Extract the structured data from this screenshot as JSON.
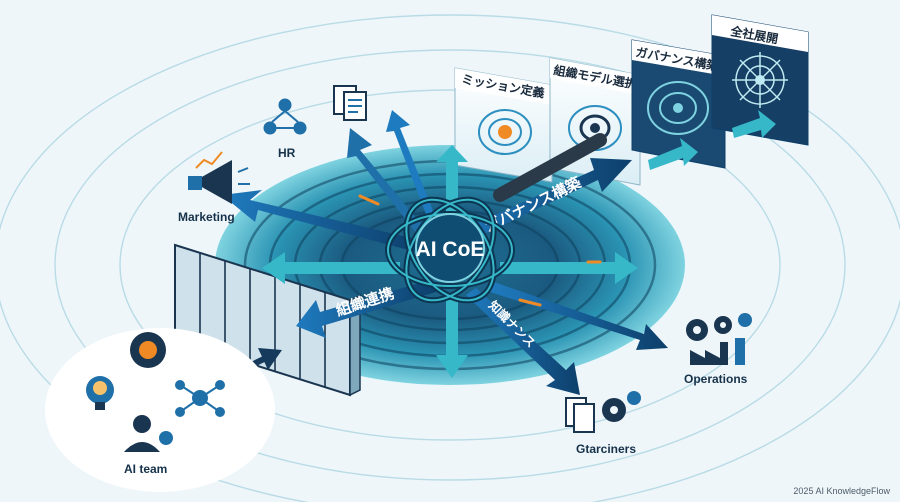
{
  "core": {
    "label": "AI CoE"
  },
  "panels": [
    {
      "title": "ミッション定義"
    },
    {
      "title": "組織モデル選択"
    },
    {
      "title": "ガバナンス構築"
    },
    {
      "title": "全社展開"
    }
  ],
  "arrows": {
    "governance": "ガバナンス構築",
    "org_link": "組織連携",
    "knowledge": "知識ナンス"
  },
  "departments": {
    "hr": "HR",
    "marketing": "Marketing",
    "operations": "Operations",
    "partners": "Gtarciners",
    "ai_team": "AI team"
  },
  "icons": [
    "people-network-icon",
    "documents-icon",
    "megaphone-icon",
    "gears-icon",
    "factory-icon",
    "lightbulb-icon",
    "network-hub-icon",
    "user-gear-icon"
  ],
  "colors": {
    "accent": "#1f7bbf",
    "dark": "#0d3f6b",
    "teal": "#36b8c9",
    "orange": "#f08a24",
    "bg": "#eef6fa"
  },
  "footer": {
    "copyright": "2025 AI KnowledgeFlow"
  }
}
